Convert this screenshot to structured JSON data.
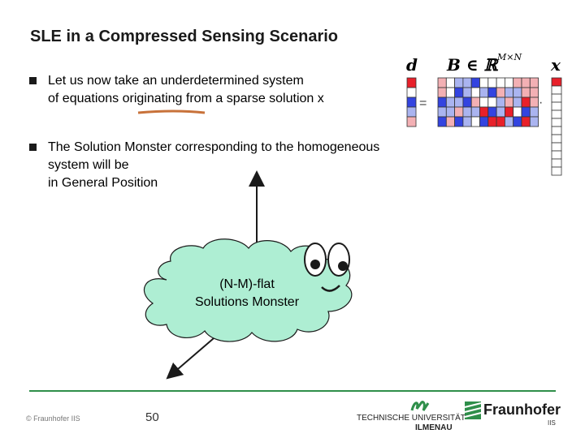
{
  "slide": {
    "title": "SLE in a Compressed Sensing Scenario",
    "bullets": [
      {
        "line1": "Let us now take an underdetermined system",
        "line2": "of equations originating from a sparse solution x"
      },
      {
        "line1": "The Solution Monster corresponding to the homogeneous",
        "line2": "system will be",
        "line3": "in General Position"
      }
    ],
    "cloud_label_line1": "(N-M)-flat",
    "cloud_label_line2": "Solutions Monster",
    "page_number": "50"
  },
  "equation": {
    "d_label": "d",
    "B_label": "B ∈ ℝ",
    "B_superscript": "M×N",
    "x_label": "x",
    "equals": "=",
    "dot": "·"
  },
  "footer": {
    "copyright": "© Fraunhofer IIS",
    "university_line1": "TECHNISCHE UNIVERSITÄT",
    "university_line2": "ILMENAU",
    "fraunhofer_name": "Fraunhofer",
    "fraunhofer_sub": "IIS"
  },
  "colors": {
    "cloud_fill": "#aeeed3",
    "red": "#e8202a",
    "light_red": "#f3b0b4",
    "blue": "#3344e0",
    "light_blue": "#aab4f0",
    "orange_underline": "#c8723a",
    "footer_line": "#2f8f4a"
  },
  "matrix_colors": [
    [
      "lr",
      "w",
      "lb",
      "lb",
      "b",
      "w",
      "w",
      "w",
      "w",
      "lr",
      "lr",
      "lr"
    ],
    [
      "lr",
      "w",
      "b",
      "lb",
      "w",
      "lb",
      "b",
      "lr",
      "lb",
      "lb",
      "lr",
      "lr"
    ],
    [
      "b",
      "lb",
      "lb",
      "b",
      "lr",
      "w",
      "w",
      "lb",
      "lr",
      "lb",
      "r",
      "lr"
    ],
    [
      "lb",
      "lb",
      "lr",
      "lb",
      "lb",
      "r",
      "b",
      "lb",
      "r",
      "w",
      "b",
      "lb"
    ],
    [
      "b",
      "lr",
      "b",
      "lb",
      "w",
      "b",
      "r",
      "r",
      "lb",
      "b",
      "r",
      "lb"
    ]
  ],
  "d_colors": [
    "r",
    "w",
    "b",
    "lb",
    "lr"
  ],
  "x_colors": [
    "r",
    "w",
    "w",
    "w",
    "w",
    "w",
    "w",
    "w",
    "w",
    "w",
    "w",
    "w"
  ]
}
